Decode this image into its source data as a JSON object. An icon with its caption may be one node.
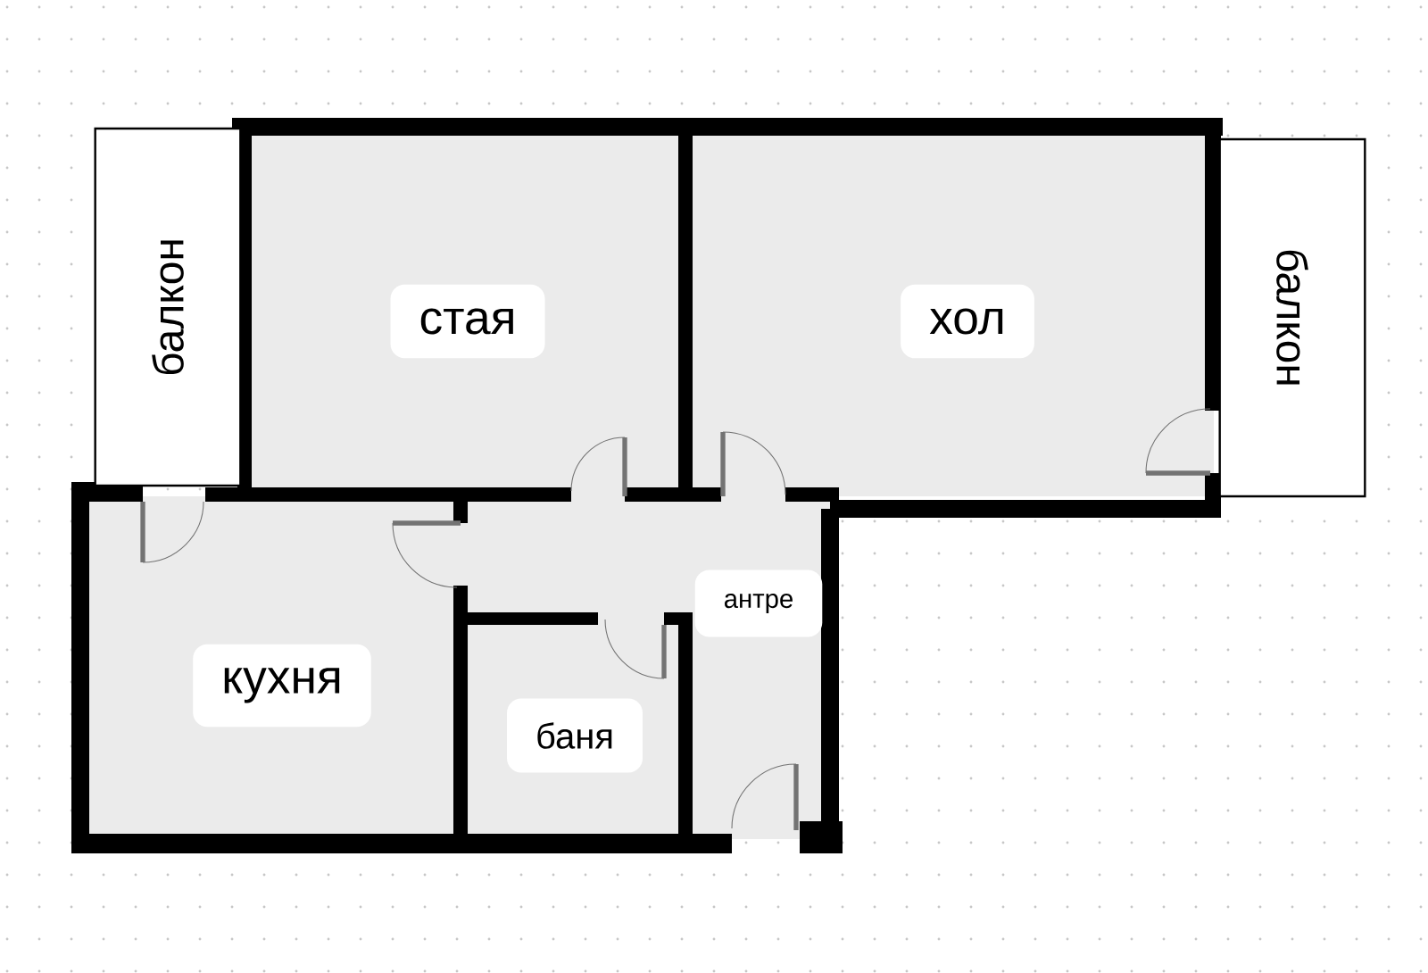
{
  "diagram": {
    "nodes": [
      {
        "text": [
          "балкон"
        ]
      },
      {
        "text": [
          "стая"
        ]
      },
      {
        "text": [
          "хол"
        ]
      },
      {
        "text": [
          "балкон"
        ]
      },
      {
        "text": [
          "кухня"
        ]
      },
      {
        "text": [
          "антре"
        ]
      },
      {
        "text": [
          "баня"
        ]
      }
    ]
  }
}
